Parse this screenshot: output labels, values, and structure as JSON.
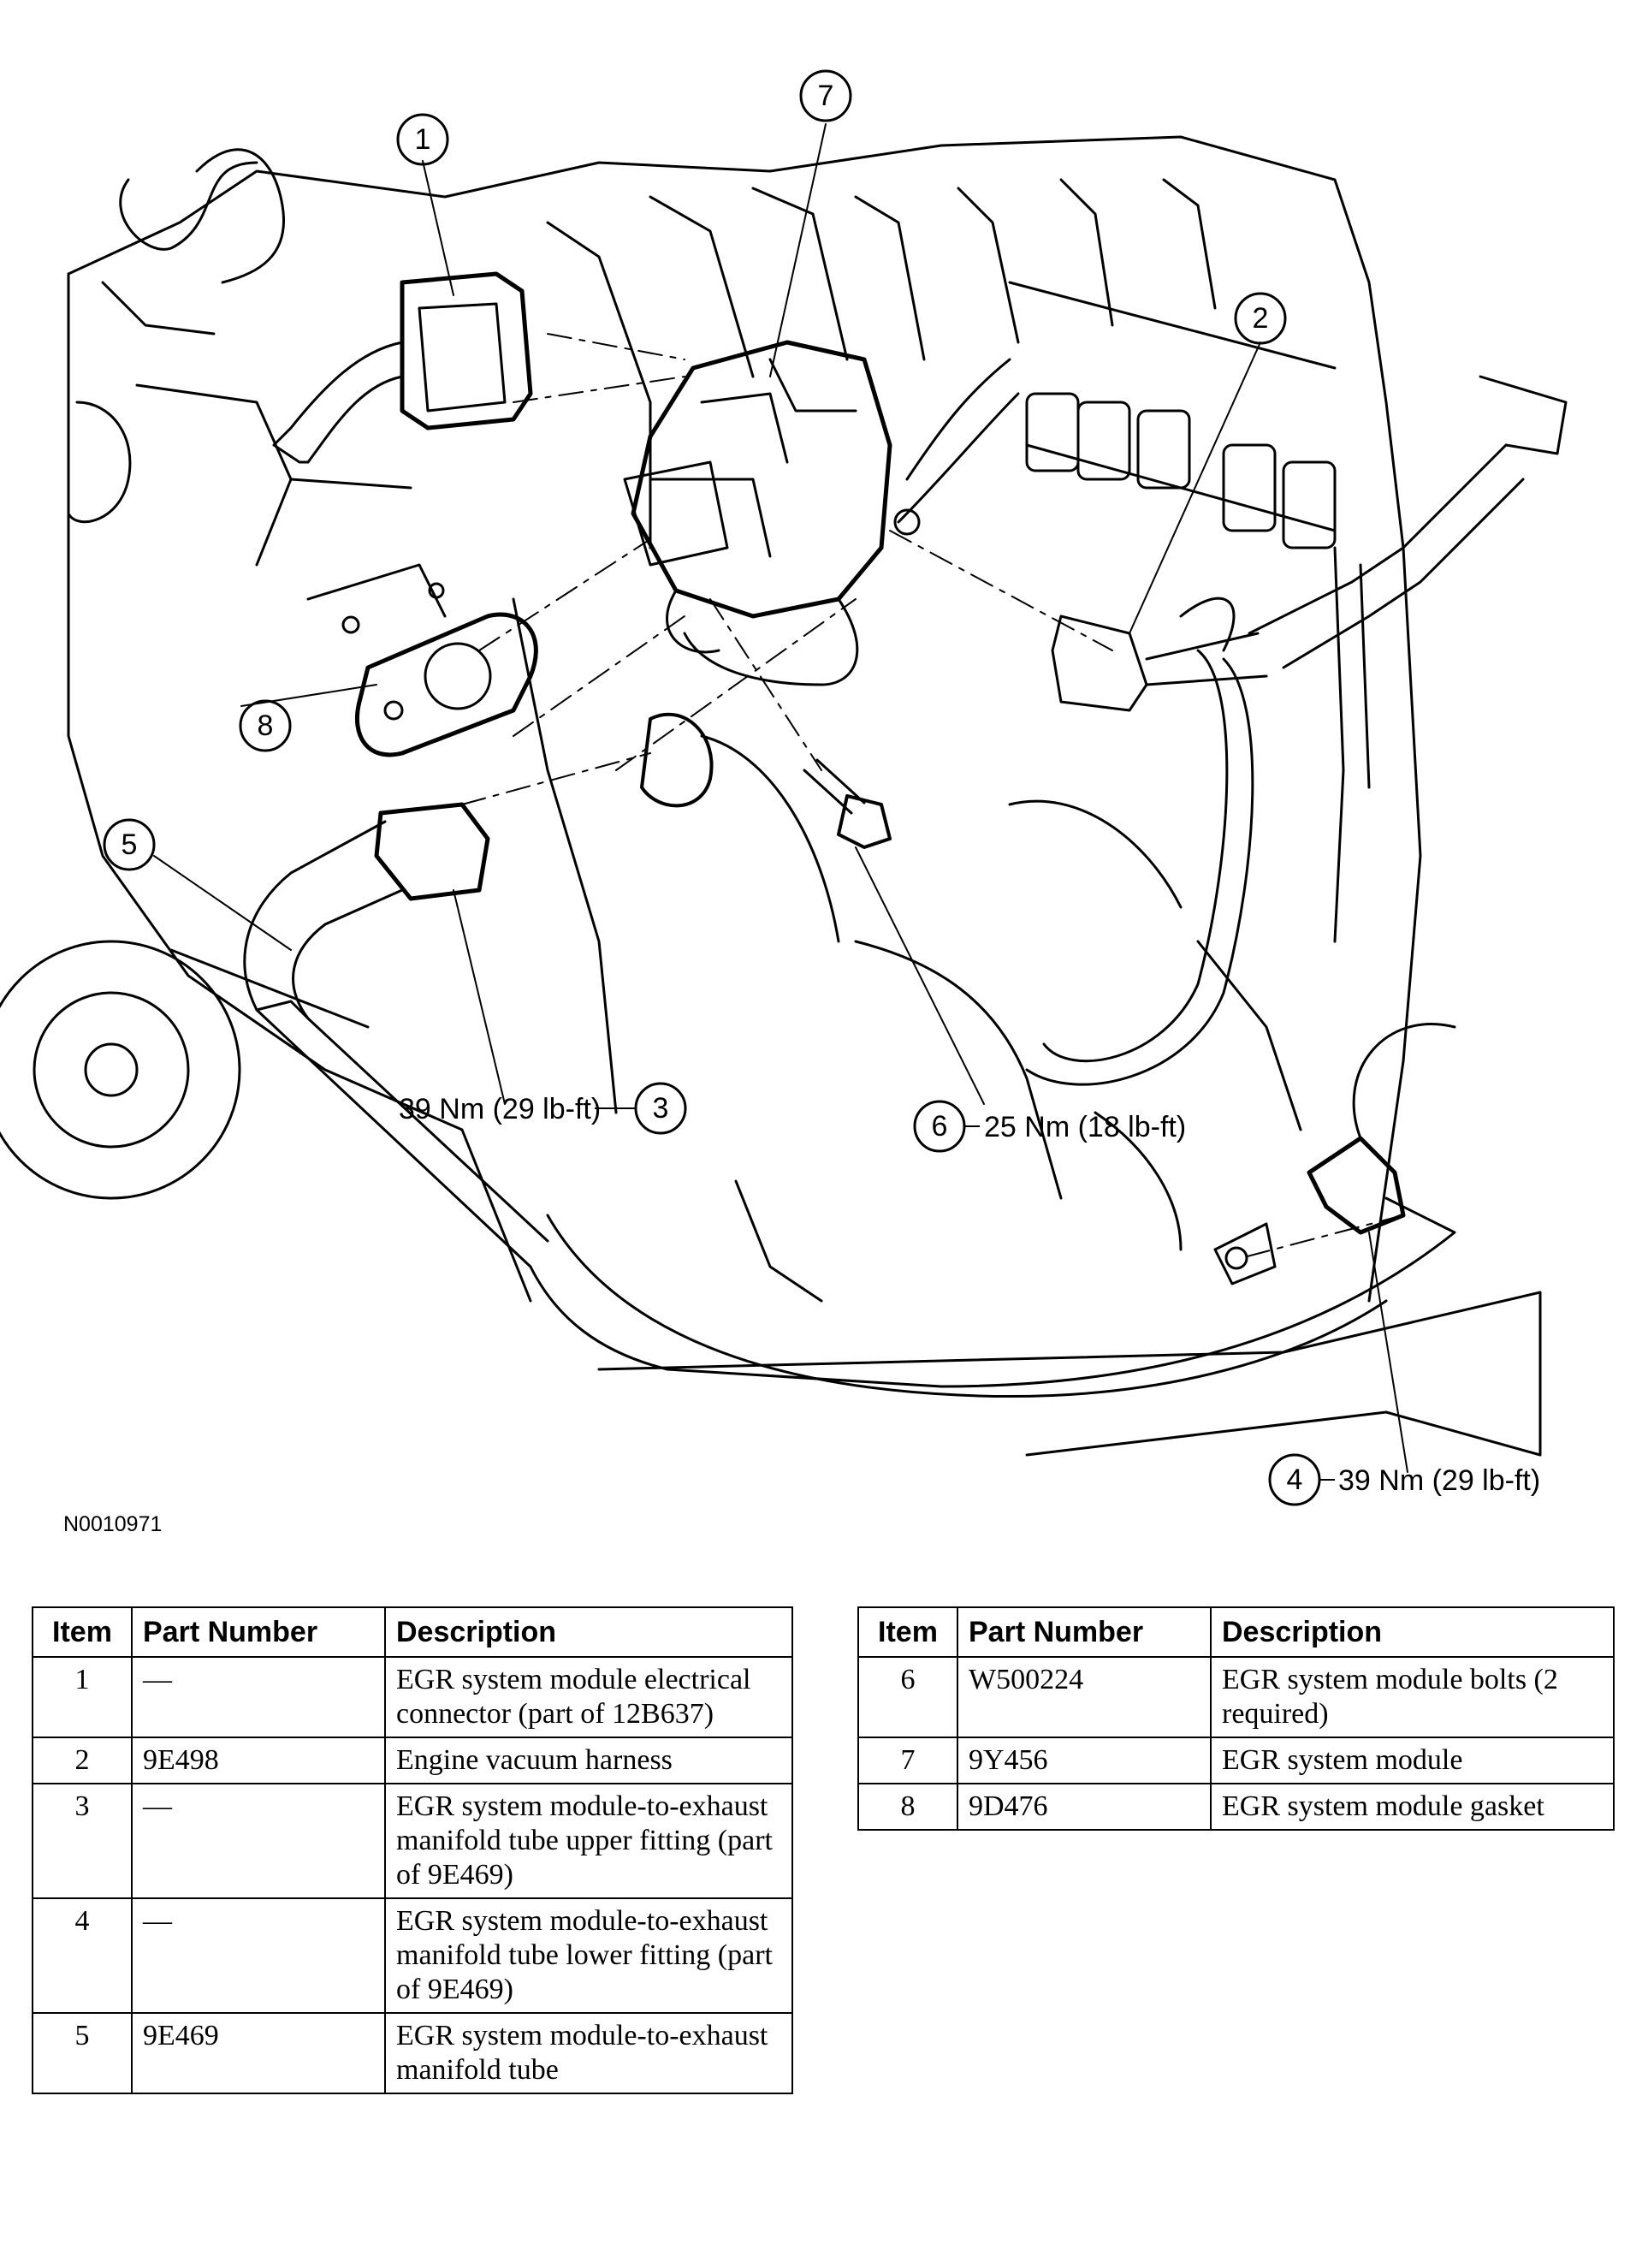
{
  "figure": {
    "id": "N0010971",
    "callouts": [
      {
        "number": "1"
      },
      {
        "number": "2"
      },
      {
        "number": "3",
        "torque": "39 Nm (29 lb-ft)"
      },
      {
        "number": "4",
        "torque": "39 Nm (29 lb-ft)"
      },
      {
        "number": "5"
      },
      {
        "number": "6",
        "torque": "25 Nm (18 lb-ft)"
      },
      {
        "number": "7"
      },
      {
        "number": "8"
      }
    ]
  },
  "table": {
    "headers": {
      "item": "Item",
      "part_number": "Part Number",
      "description": "Description"
    },
    "rows_left": [
      {
        "item": "1",
        "part_number": "—",
        "description": "EGR system module electrical connector (part of 12B637)"
      },
      {
        "item": "2",
        "part_number": "9E498",
        "description": "Engine vacuum harness"
      },
      {
        "item": "3",
        "part_number": "—",
        "description": "EGR system module-to-exhaust manifold tube upper fitting (part of 9E469)"
      },
      {
        "item": "4",
        "part_number": "—",
        "description": "EGR system module-to-exhaust manifold tube lower fitting (part of 9E469)"
      },
      {
        "item": "5",
        "part_number": "9E469",
        "description": "EGR system module-to-exhaust manifold tube"
      }
    ],
    "rows_right": [
      {
        "item": "6",
        "part_number": "W500224",
        "description": "EGR system module bolts (2 required)"
      },
      {
        "item": "7",
        "part_number": "9Y456",
        "description": "EGR system module"
      },
      {
        "item": "8",
        "part_number": "9D476",
        "description": "EGR system module gasket"
      }
    ]
  }
}
